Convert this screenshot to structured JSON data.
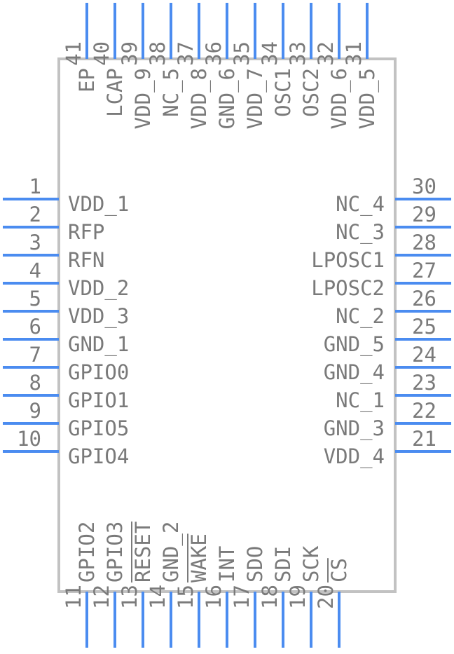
{
  "component": {
    "pins_left": [
      {
        "number": "1",
        "name": "VDD_1"
      },
      {
        "number": "2",
        "name": "RFP"
      },
      {
        "number": "3",
        "name": "RFN"
      },
      {
        "number": "4",
        "name": "VDD_2"
      },
      {
        "number": "5",
        "name": "VDD_3"
      },
      {
        "number": "6",
        "name": "GND_1"
      },
      {
        "number": "7",
        "name": "GPIO0"
      },
      {
        "number": "8",
        "name": "GPIO1"
      },
      {
        "number": "9",
        "name": "GPIO5"
      },
      {
        "number": "10",
        "name": "GPIO4"
      }
    ],
    "pins_right": [
      {
        "number": "30",
        "name": "NC_4"
      },
      {
        "number": "29",
        "name": "NC_3"
      },
      {
        "number": "28",
        "name": "LPOSC1"
      },
      {
        "number": "27",
        "name": "LPOSC2"
      },
      {
        "number": "26",
        "name": "NC_2"
      },
      {
        "number": "25",
        "name": "GND_5"
      },
      {
        "number": "24",
        "name": "GND_4"
      },
      {
        "number": "23",
        "name": "NC_1"
      },
      {
        "number": "22",
        "name": "GND_3"
      },
      {
        "number": "21",
        "name": "VDD_4"
      }
    ],
    "pins_top": [
      {
        "number": "41",
        "name": "EP"
      },
      {
        "number": "40",
        "name": "LCAP"
      },
      {
        "number": "39",
        "name": "VDD_9"
      },
      {
        "number": "38",
        "name": "NC_5"
      },
      {
        "number": "37",
        "name": "VDD_8"
      },
      {
        "number": "36",
        "name": "GND_6"
      },
      {
        "number": "35",
        "name": "VDD_7"
      },
      {
        "number": "34",
        "name": "OSC1"
      },
      {
        "number": "33",
        "name": "OSC2"
      },
      {
        "number": "32",
        "name": "VDD_6"
      },
      {
        "number": "31",
        "name": "VDD_5"
      }
    ],
    "pins_bottom": [
      {
        "number": "11",
        "name": "GPIO2",
        "overbar": false
      },
      {
        "number": "12",
        "name": "GPIO3",
        "overbar": false
      },
      {
        "number": "13",
        "name": "RESET",
        "overbar": true
      },
      {
        "number": "14",
        "name": "GND_2",
        "overbar": false
      },
      {
        "number": "15",
        "name": "WAKE",
        "overbar": true
      },
      {
        "number": "16",
        "name": "INT",
        "overbar": false
      },
      {
        "number": "17",
        "name": "SDO",
        "overbar": false
      },
      {
        "number": "18",
        "name": "SDI",
        "overbar": false
      },
      {
        "number": "19",
        "name": "SCK",
        "overbar": false
      },
      {
        "number": "20",
        "name": "CS",
        "overbar": true
      }
    ]
  },
  "colors": {
    "pin_line": "#4b8cf0",
    "body_outline": "#c2c2c2",
    "text": "#7a7a7a"
  }
}
